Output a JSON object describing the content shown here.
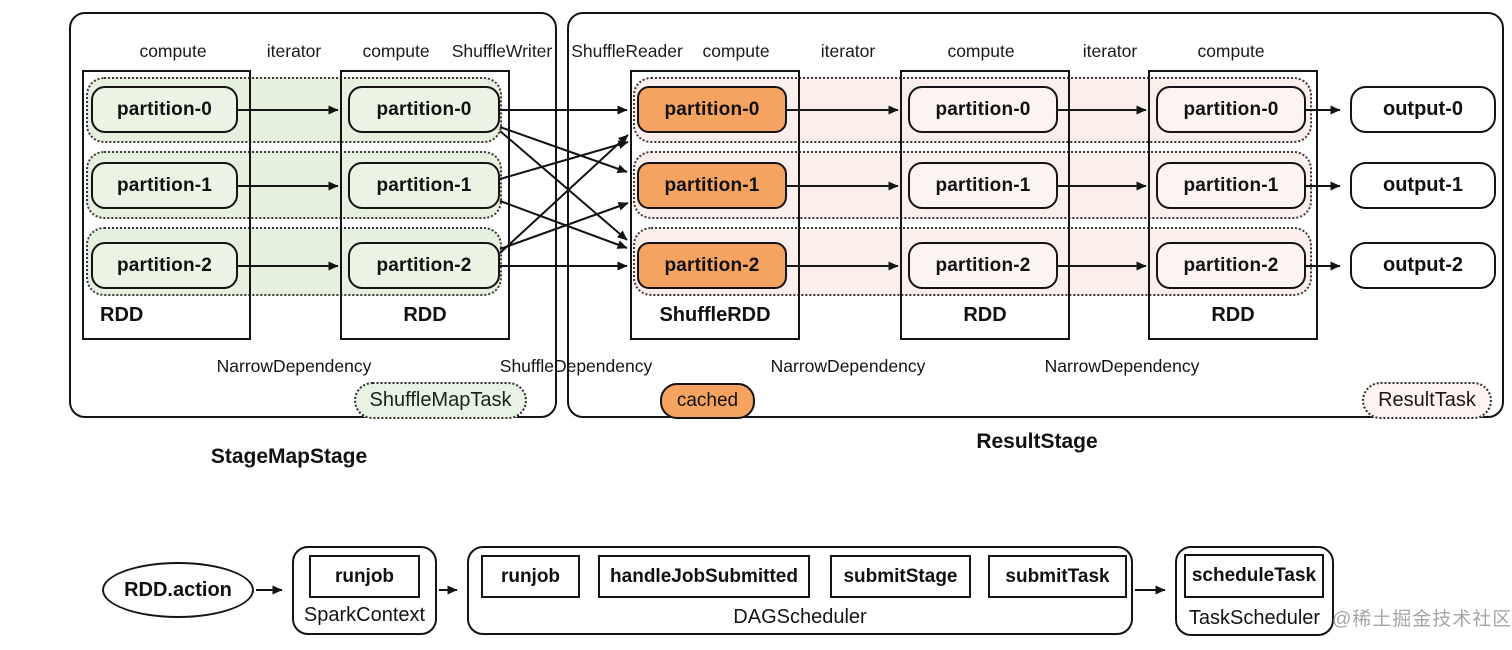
{
  "map_stage": {
    "title": "StageMapStage",
    "column_labels": [
      "compute",
      "iterator",
      "compute",
      "ShuffleWriter"
    ],
    "rdd1": {
      "name": "RDD",
      "partitions": [
        "partition-0",
        "partition-1",
        "partition-2"
      ]
    },
    "rdd2": {
      "name": "RDD",
      "partitions": [
        "partition-0",
        "partition-1",
        "partition-2"
      ]
    },
    "narrow_dependency": "NarrowDependency",
    "task_badge": "ShuffleMapTask"
  },
  "shuffle_dependency": "ShuffleDependency",
  "result_stage": {
    "title": "ResultStage",
    "column_labels": [
      "ShuffleReader",
      "compute",
      "iterator",
      "compute",
      "iterator",
      "compute"
    ],
    "shuffle_rdd": {
      "name": "ShuffleRDD",
      "partitions": [
        "partition-0",
        "partition-1",
        "partition-2"
      ]
    },
    "rdd1": {
      "name": "RDD",
      "partitions": [
        "partition-0",
        "partition-1",
        "partition-2"
      ]
    },
    "rdd2": {
      "name": "RDD",
      "partitions": [
        "partition-0",
        "partition-1",
        "partition-2"
      ]
    },
    "outputs": [
      "output-0",
      "output-1",
      "output-2"
    ],
    "narrow_dependency_1": "NarrowDependency",
    "narrow_dependency_2": "NarrowDependency",
    "cached_badge": "cached",
    "task_badge": "ResultTask"
  },
  "flow": {
    "action_label": "RDD.action",
    "spark_context": {
      "label": "SparkContext",
      "method": "runjob"
    },
    "dag_scheduler": {
      "label": "DAGScheduler",
      "methods": [
        "runjob",
        "handleJobSubmitted",
        "submitStage",
        "submitTask"
      ]
    },
    "task_scheduler": {
      "label": "TaskScheduler",
      "method": "scheduleTask"
    }
  },
  "watermark": "@稀土掘金技术社区",
  "colors": {
    "orange": "#f5a360",
    "green_fill": "#eaf3e4",
    "green_band": "#e6f0de",
    "pink_fill": "#fcf4f2",
    "pink_band": "#fbefec",
    "line": "#141414"
  }
}
